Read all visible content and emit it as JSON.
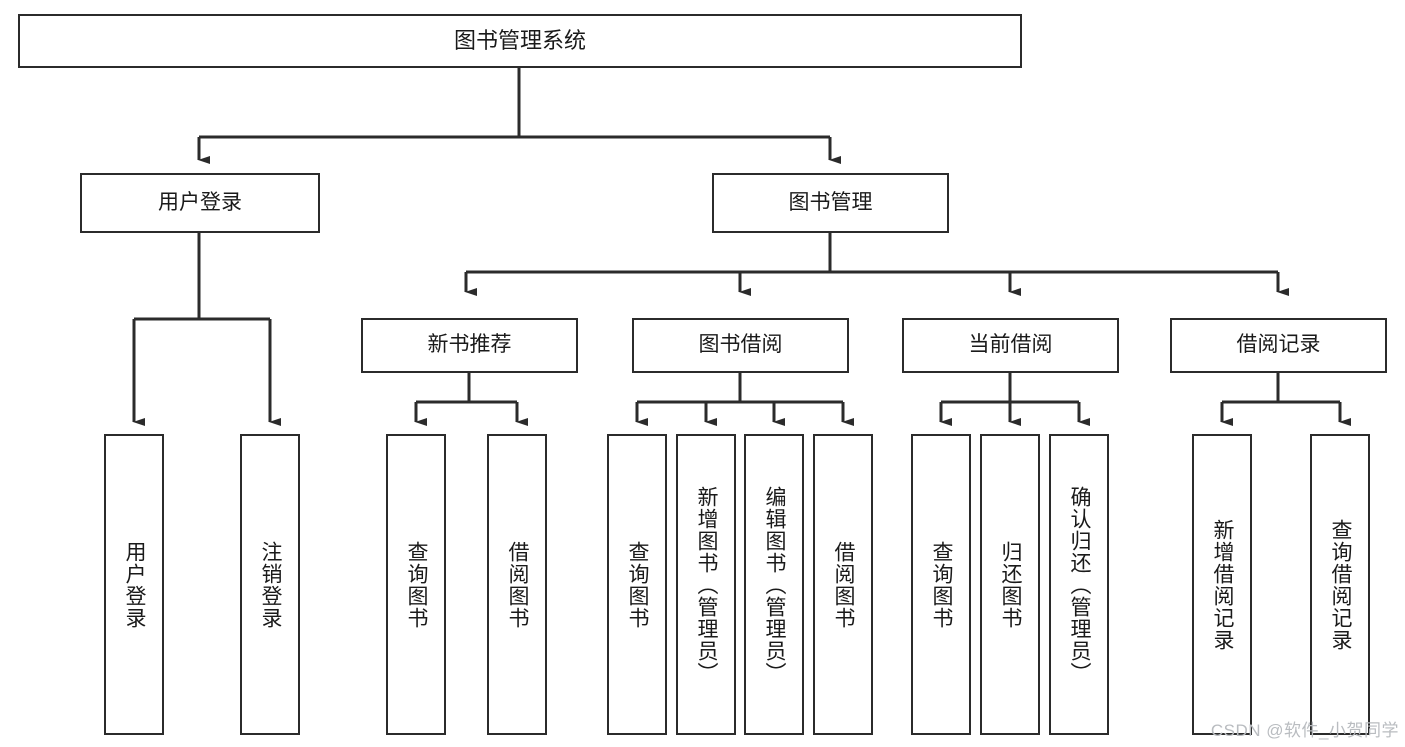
{
  "diagram": {
    "title": "图书管理系统",
    "type": "tree-hierarchy",
    "watermark": "CSDN @软件_小贺同学",
    "nodes": {
      "root": {
        "label": "图书管理系统",
        "level": 0
      },
      "user_login": {
        "label": "用户登录",
        "level": 1
      },
      "book_manage": {
        "label": "图书管理",
        "level": 1
      },
      "new_book_rec": {
        "label": "新书推荐",
        "level": 2
      },
      "book_borrow": {
        "label": "图书借阅",
        "level": 2
      },
      "current_borrow": {
        "label": "当前借阅",
        "level": 2
      },
      "borrow_record": {
        "label": "借阅记录",
        "level": 2
      },
      "leaf_user_login": {
        "label": "用户登录",
        "level": 3
      },
      "leaf_logout": {
        "label": "注销登录",
        "level": 3
      },
      "leaf_query_book_1": {
        "label": "查询图书",
        "level": 3
      },
      "leaf_borrow_book_1": {
        "label": "借阅图书",
        "level": 3
      },
      "leaf_query_book_2": {
        "label": "查询图书",
        "level": 3
      },
      "leaf_add_book": {
        "label": "新增图书（管理员）",
        "level": 3
      },
      "leaf_edit_book": {
        "label": "编辑图书（管理员）",
        "level": 3
      },
      "leaf_borrow_book_2": {
        "label": "借阅图书",
        "level": 3
      },
      "leaf_query_book_3": {
        "label": "查询图书",
        "level": 3
      },
      "leaf_return_book": {
        "label": "归还图书",
        "level": 3
      },
      "leaf_confirm_return": {
        "label": "确认归还（管理员）",
        "level": 3
      },
      "leaf_add_record": {
        "label": "新增借阅记录",
        "level": 3
      },
      "leaf_query_record": {
        "label": "查询借阅记录",
        "level": 3
      }
    },
    "edges": [
      {
        "from": "root",
        "to": "user_login"
      },
      {
        "from": "root",
        "to": "book_manage"
      },
      {
        "from": "user_login",
        "to": "leaf_user_login"
      },
      {
        "from": "user_login",
        "to": "leaf_logout"
      },
      {
        "from": "book_manage",
        "to": "new_book_rec"
      },
      {
        "from": "book_manage",
        "to": "book_borrow"
      },
      {
        "from": "book_manage",
        "to": "current_borrow"
      },
      {
        "from": "book_manage",
        "to": "borrow_record"
      },
      {
        "from": "new_book_rec",
        "to": "leaf_query_book_1"
      },
      {
        "from": "new_book_rec",
        "to": "leaf_borrow_book_1"
      },
      {
        "from": "book_borrow",
        "to": "leaf_query_book_2"
      },
      {
        "from": "book_borrow",
        "to": "leaf_add_book"
      },
      {
        "from": "book_borrow",
        "to": "leaf_edit_book"
      },
      {
        "from": "book_borrow",
        "to": "leaf_borrow_book_2"
      },
      {
        "from": "current_borrow",
        "to": "leaf_query_book_3"
      },
      {
        "from": "current_borrow",
        "to": "leaf_return_book"
      },
      {
        "from": "current_borrow",
        "to": "leaf_confirm_return"
      },
      {
        "from": "borrow_record",
        "to": "leaf_add_record"
      },
      {
        "from": "borrow_record",
        "to": "leaf_query_record"
      }
    ],
    "colors": {
      "border": "#2b2b2b",
      "connector": "#2b2b2b",
      "background": "#ffffff",
      "text": "#1a1a1a",
      "watermark": "#b9bcc0"
    }
  }
}
